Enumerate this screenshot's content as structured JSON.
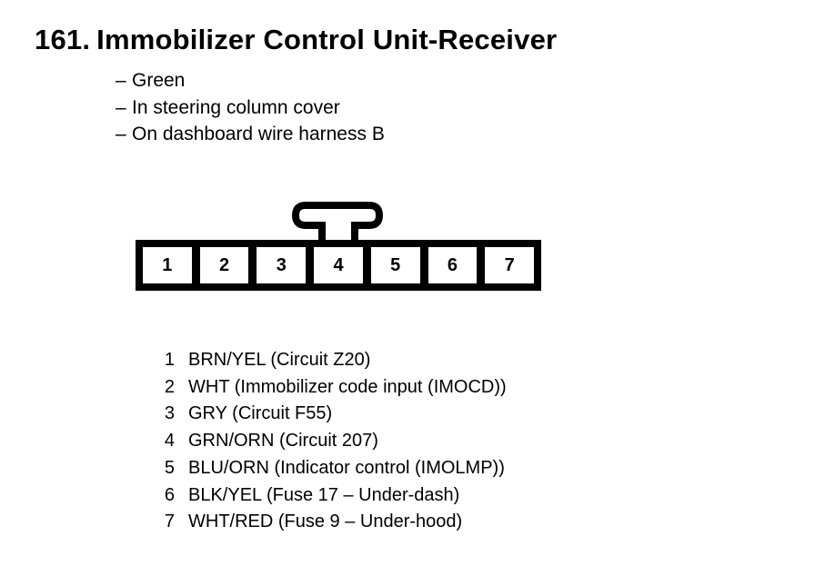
{
  "page": {
    "section_number": "161.",
    "title": "Immobilizer Control Unit-Receiver",
    "bullet_dash": "–",
    "bullets": [
      "Green",
      "In steering column cover",
      "On dashboard wire harness B"
    ]
  },
  "connector": {
    "pins": [
      "1",
      "2",
      "3",
      "4",
      "5",
      "6",
      "7"
    ]
  },
  "pinout": {
    "rows": [
      {
        "pin": "1",
        "desc": "BRN/YEL (Circuit Z20)"
      },
      {
        "pin": "2",
        "desc": "WHT (Immobilizer code input (IMOCD))"
      },
      {
        "pin": "3",
        "desc": "GRY (Circuit F55)"
      },
      {
        "pin": "4",
        "desc": "GRN/ORN (Circuit 207)"
      },
      {
        "pin": "5",
        "desc": "BLU/ORN (Indicator control (IMOLMP))"
      },
      {
        "pin": "6",
        "desc": "BLK/YEL (Fuse 17 – Under-dash)"
      },
      {
        "pin": "7",
        "desc": "WHT/RED (Fuse 9 – Under-hood)"
      }
    ]
  },
  "colors": {
    "ink": "#000000",
    "paper": "#ffffff"
  }
}
